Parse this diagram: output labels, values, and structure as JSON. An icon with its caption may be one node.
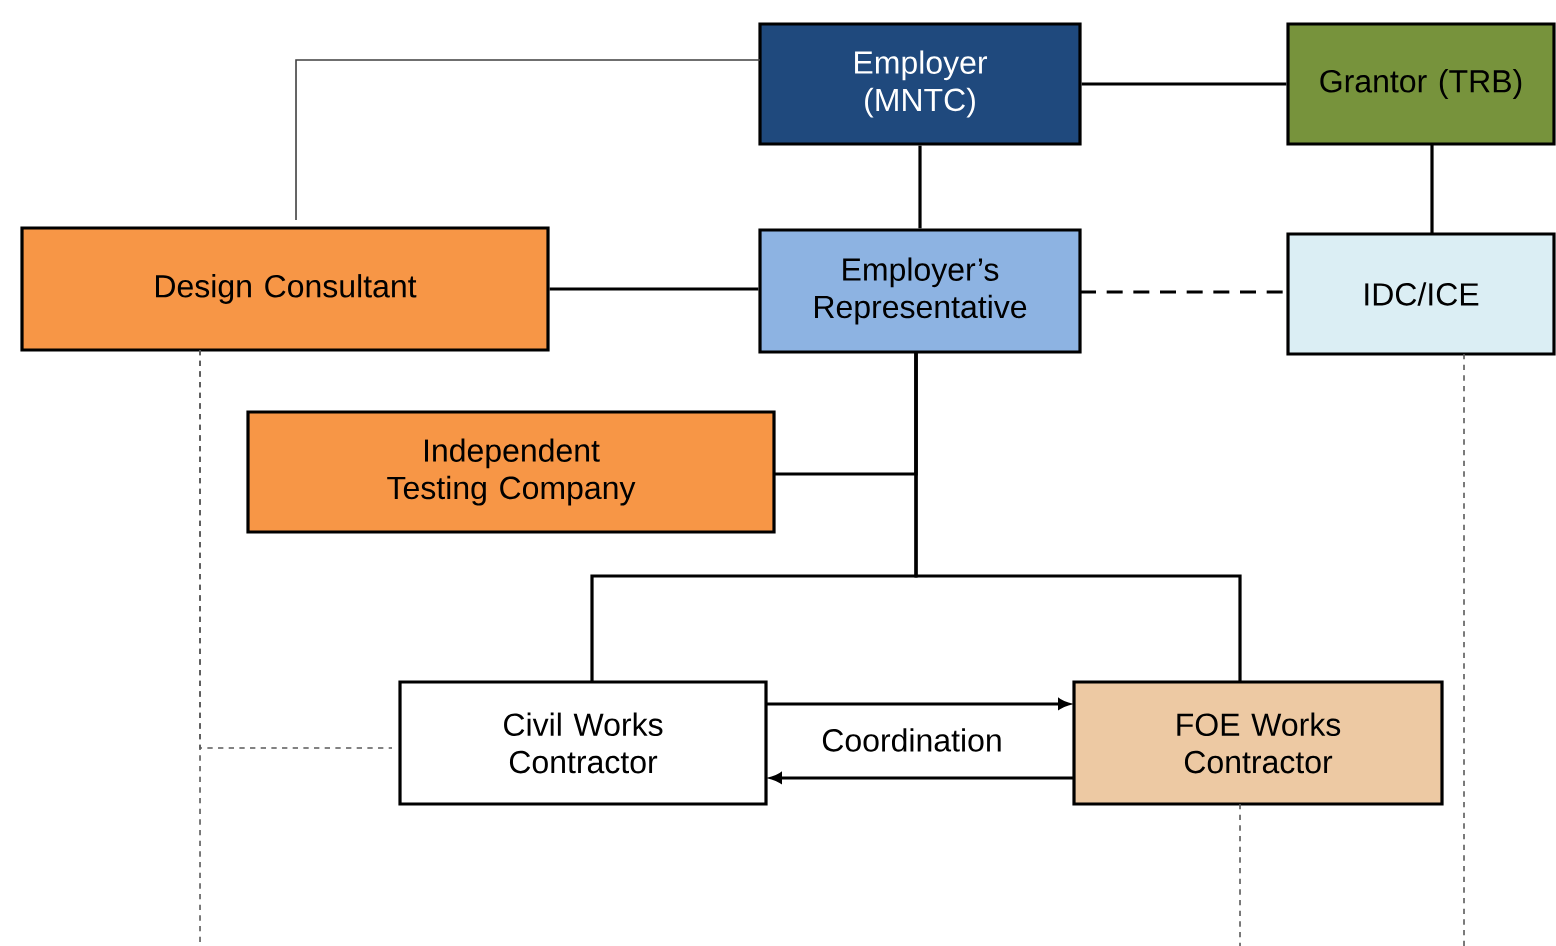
{
  "diagram": {
    "nodes": [
      {
        "text": [
          "Employer (MNTC)"
        ]
      },
      {
        "text": [
          "Grantor (TRB)"
        ]
      },
      {
        "text": [
          "Design Consultant"
        ]
      },
      {
        "text": [
          "Employer’s Representative"
        ]
      },
      {
        "text": [
          "IDC/ICE"
        ]
      },
      {
        "text": [
          "Independent Testing Company"
        ]
      },
      {
        "text": [
          "Civil Works Contractor"
        ]
      },
      {
        "text": [
          "FOE Works Contractor"
        ]
      }
    ],
    "edges": [
      {
        "from": 0,
        "to": 1,
        "arrow": "none"
      },
      {
        "from": 0,
        "to": 2,
        "arrow": "none",
        "color": "#404040"
      },
      {
        "from": 0,
        "to": 3,
        "arrow": "none"
      },
      {
        "from": 1,
        "to": 4,
        "arrow": "none"
      },
      {
        "from": 2,
        "to": 3,
        "arrow": "none"
      },
      {
        "from": 3,
        "to": 4,
        "arrow": "none",
        "style": "dashed"
      },
      {
        "from": 3,
        "to": 5,
        "arrow": "none"
      },
      {
        "from": 3,
        "to": 6,
        "arrow": "none"
      },
      {
        "from": 3,
        "to": 7,
        "arrow": "none"
      },
      {
        "from": 6,
        "to": 7,
        "arrow": "to",
        "label": "Coordination"
      },
      {
        "from": 7,
        "to": 6,
        "arrow": "to"
      },
      {
        "from": 2,
        "to": 6,
        "arrow": "none",
        "style": "dashed",
        "color": "#595959"
      },
      {
        "from": 2,
        "to": null,
        "arrow": "none",
        "style": "dashed",
        "color": "#595959"
      },
      {
        "from": 4,
        "to": null,
        "arrow": "none",
        "style": "dashed",
        "color": "#595959"
      },
      {
        "from": 7,
        "to": null,
        "arrow": "none",
        "style": "dashed",
        "color": "#595959"
      }
    ]
  }
}
